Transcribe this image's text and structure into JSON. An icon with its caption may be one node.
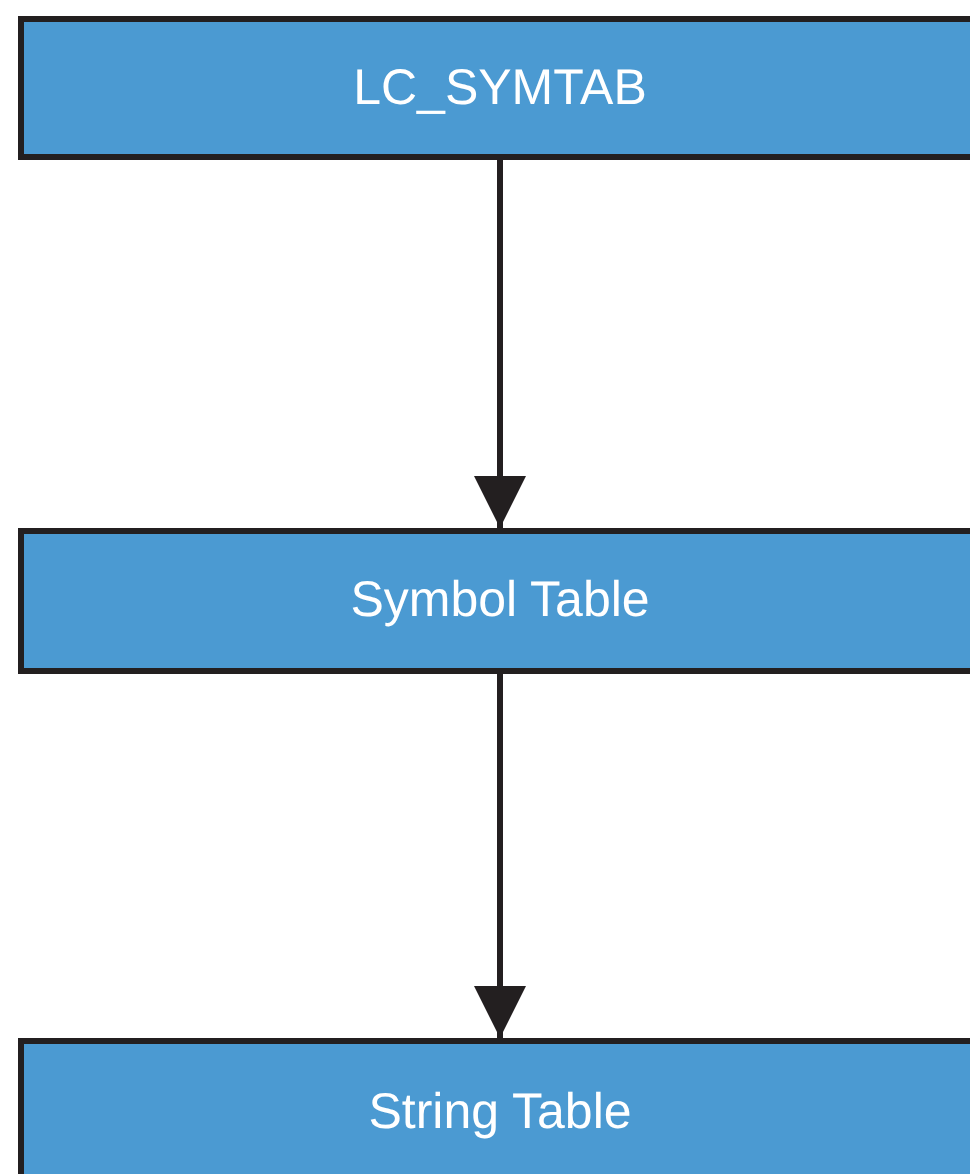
{
  "diagram": {
    "nodes": [
      {
        "text": [
          "LC_SYMTAB"
        ]
      },
      {
        "text": [
          "Symbol Table"
        ]
      },
      {
        "text": [
          "String Table"
        ]
      }
    ],
    "edges": [
      {
        "from": 0,
        "to": 1,
        "arrow": "to"
      },
      {
        "from": 1,
        "to": 2,
        "arrow": "to"
      }
    ]
  }
}
